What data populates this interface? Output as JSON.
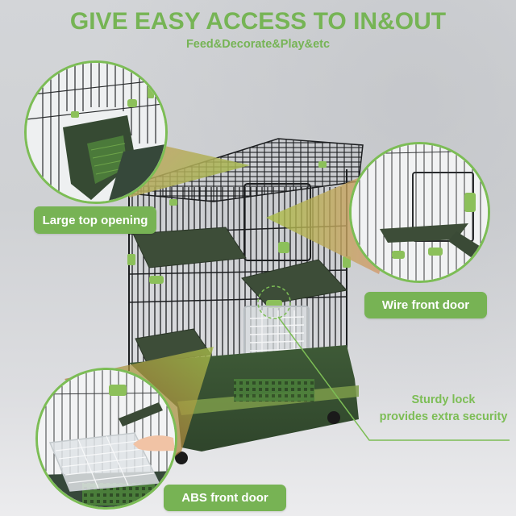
{
  "header": {
    "title": "GIVE EASY ACCESS TO IN&OUT",
    "subtitle": "Feed&Decorate&Play&etc"
  },
  "callouts": [
    {
      "id": "top-opening",
      "label": "Large top opening"
    },
    {
      "id": "wire-front-door",
      "label": "Wire front door"
    },
    {
      "id": "abs-front-door",
      "label": "ABS front door"
    }
  ],
  "annotation": {
    "line1": "Sturdy lock",
    "line2": "provides extra security"
  },
  "colors": {
    "accent_green": "#77b354",
    "cage_dark_green": "#3e5236",
    "platform_green": "#3d4d38",
    "clip_green": "#8cc05a",
    "wire_black": "#1b1d1f",
    "background": "#d3d5d8"
  }
}
